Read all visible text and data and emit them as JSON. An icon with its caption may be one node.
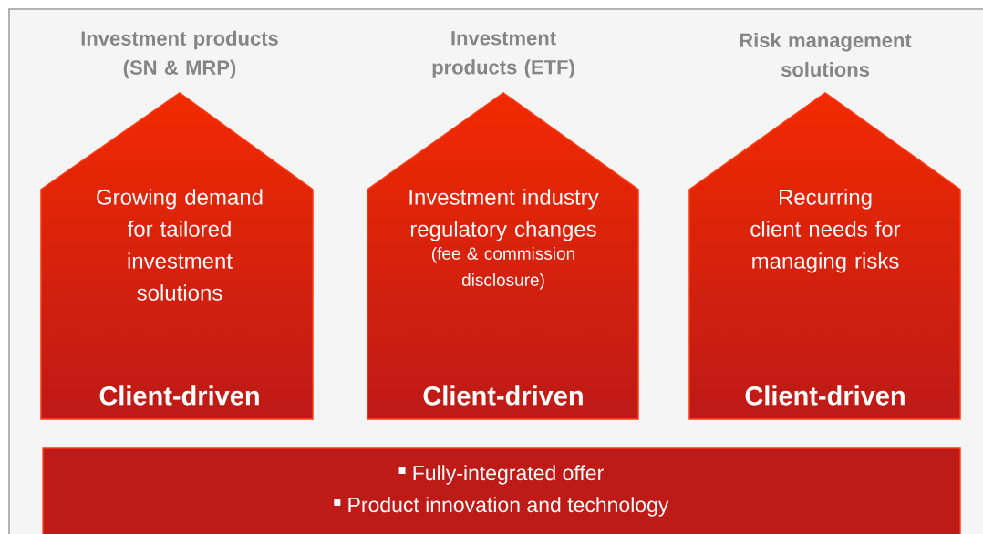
{
  "diagram": {
    "nodes": [
      {
        "text": [
          "Investment products (SN & MRP)",
          "Growing demand for tailored investment solutions",
          "Client-driven"
        ]
      },
      {
        "text": [
          "Investment products (ETF)",
          "Investment industry regulatory changes",
          "(fee & commission disclosure)",
          "Client-driven"
        ]
      },
      {
        "text": [
          "Risk management solutions",
          "Recurring client needs for managing risks",
          "Client-driven"
        ]
      },
      {
        "text": [
          "Fully-integrated offer",
          "Product innovation and technology"
        ]
      }
    ]
  }
}
